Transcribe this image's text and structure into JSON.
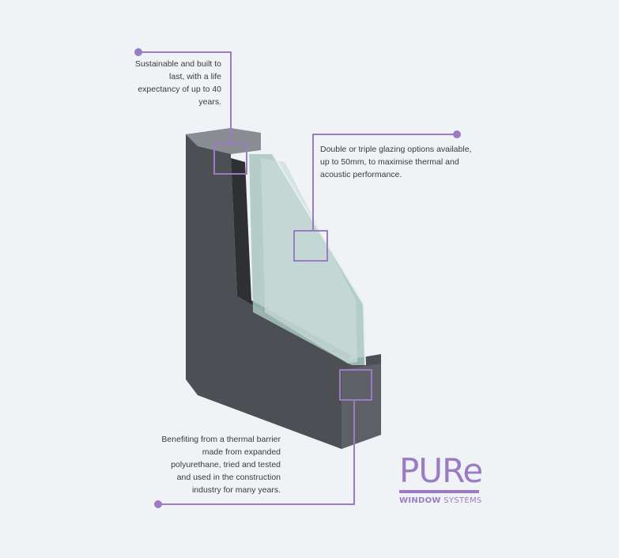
{
  "callouts": [
    {
      "text": "Sustainable and built to last, with a life expectancy of up to 40 years."
    },
    {
      "text": "Double or triple glazing options available, up to 50mm, to maximise thermal and acoustic performance."
    },
    {
      "text": "Benefiting from a thermal barrier made from expanded polyurethane, tried and tested and used in the construction industry for many years."
    }
  ],
  "logo": {
    "main": "PURe",
    "sub_bold": "WINDOW",
    "sub": "SYSTEMS"
  },
  "colors": {
    "accent": "#9b7bc4",
    "frame": "#4a4d52",
    "background": "#f0f3f6"
  }
}
